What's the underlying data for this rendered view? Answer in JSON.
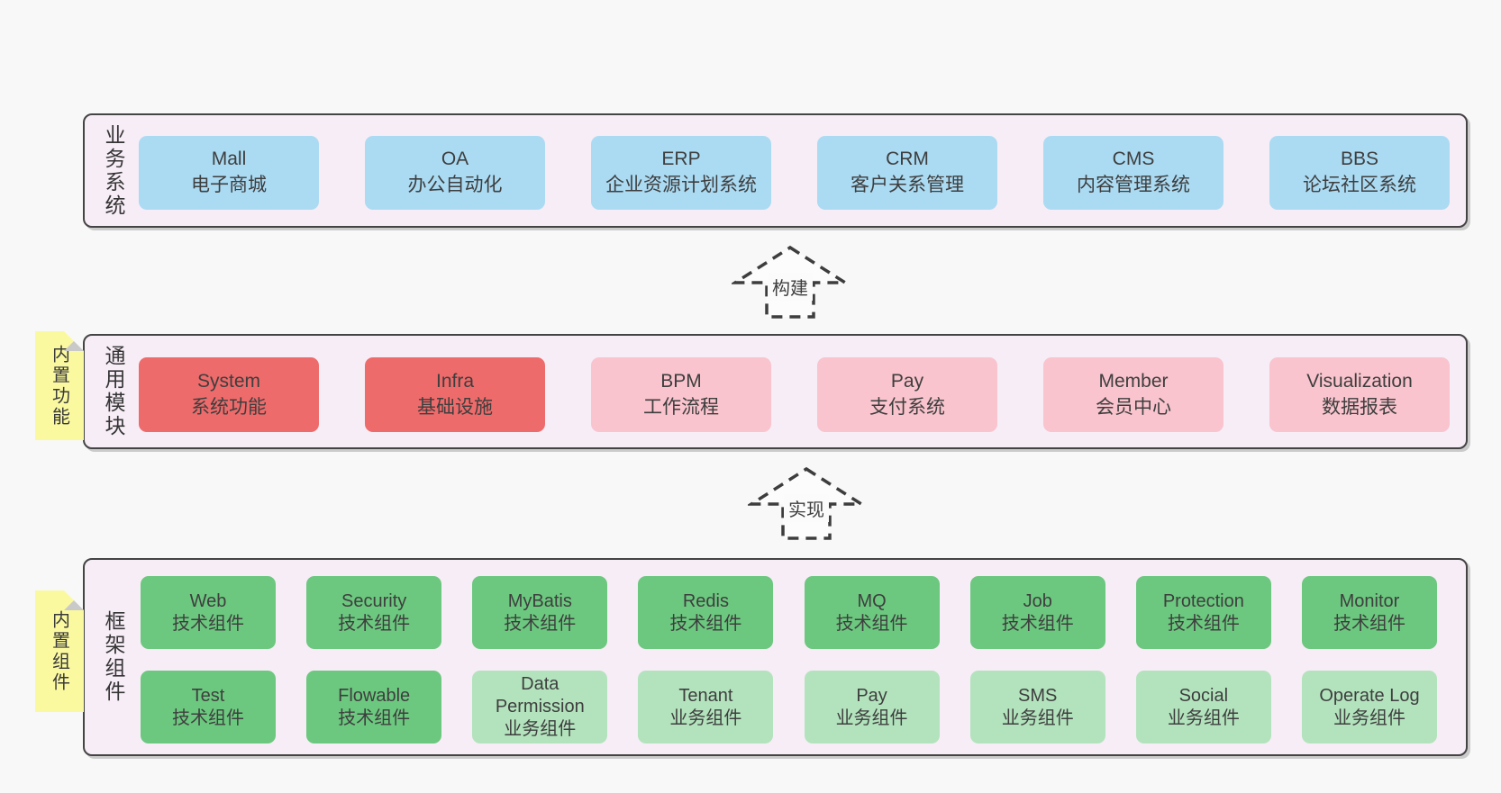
{
  "diagram": {
    "arrows": [
      {
        "label": "构建"
      },
      {
        "label": "实现"
      }
    ],
    "notes": [
      {
        "text": "内置功能"
      },
      {
        "text": "内置组件"
      }
    ],
    "bands": [
      {
        "label": "业务系统",
        "boxes": [
          {
            "title": "Mall",
            "subtitle": "电子商城"
          },
          {
            "title": "OA",
            "subtitle": "办公自动化"
          },
          {
            "title": "ERP",
            "subtitle": "企业资源计划系统"
          },
          {
            "title": "CRM",
            "subtitle": "客户关系管理"
          },
          {
            "title": "CMS",
            "subtitle": "内容管理系统"
          },
          {
            "title": "BBS",
            "subtitle": "论坛社区系统"
          }
        ]
      },
      {
        "label": "通用模块",
        "boxes": [
          {
            "title": "System",
            "subtitle": "系统功能"
          },
          {
            "title": "Infra",
            "subtitle": "基础设施"
          },
          {
            "title": "BPM",
            "subtitle": "工作流程"
          },
          {
            "title": "Pay",
            "subtitle": "支付系统"
          },
          {
            "title": "Member",
            "subtitle": "会员中心"
          },
          {
            "title": "Visualization",
            "subtitle": "数据报表"
          }
        ]
      },
      {
        "label": "框架组件",
        "rows": [
          [
            {
              "title": "Web",
              "subtitle": "技术组件"
            },
            {
              "title": "Security",
              "subtitle": "技术组件"
            },
            {
              "title": "MyBatis",
              "subtitle": "技术组件"
            },
            {
              "title": "Redis",
              "subtitle": "技术组件"
            },
            {
              "title": "MQ",
              "subtitle": "技术组件"
            },
            {
              "title": "Job",
              "subtitle": "技术组件"
            },
            {
              "title": "Protection",
              "subtitle": "技术组件"
            },
            {
              "title": "Monitor",
              "subtitle": "技术组件"
            }
          ],
          [
            {
              "title": "Test",
              "subtitle": "技术组件"
            },
            {
              "title": "Flowable",
              "subtitle": "技术组件"
            },
            {
              "title": "Data Permission",
              "subtitle": "业务组件"
            },
            {
              "title": "Tenant",
              "subtitle": "业务组件"
            },
            {
              "title": "Pay",
              "subtitle": "业务组件"
            },
            {
              "title": "SMS",
              "subtitle": "业务组件"
            },
            {
              "title": "Social",
              "subtitle": "业务组件"
            },
            {
              "title": "Operate Log",
              "subtitle": "业务组件"
            }
          ]
        ]
      }
    ],
    "palette": {
      "page_bg": "#f8f8f8",
      "band_bg": "#f7edf6",
      "band_border": "#444444",
      "blue": "#abdbf3",
      "red": "#ee6b6b",
      "pink": "#f9c4cd",
      "green": "#6cc87f",
      "green_light": "#b3e3bd",
      "note_yellow": "#fbf9a0",
      "note_fold": "#c9c9c9",
      "text": "#3e3e3e"
    }
  }
}
